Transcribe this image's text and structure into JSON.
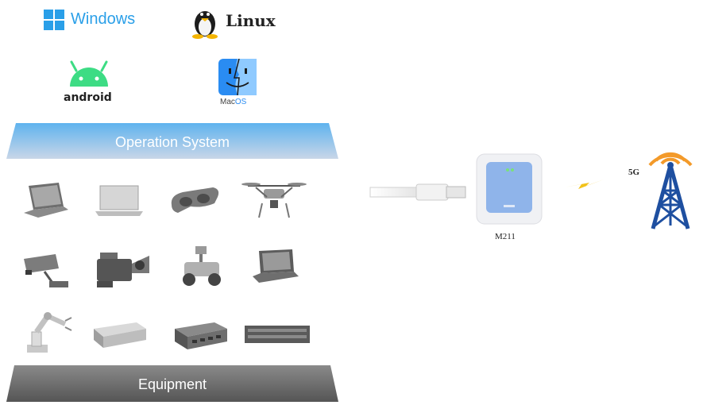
{
  "os": {
    "windows": "Windows",
    "linux": "Linux",
    "android": "android",
    "mac_prefix": "Mac",
    "mac_suffix": "OS"
  },
  "layers": {
    "os_bar": "Operation System",
    "equipment_bar": "Equipment"
  },
  "device": {
    "name": "M211"
  },
  "network": {
    "label": "5G"
  },
  "equipment_icons": [
    "laptop-icon",
    "notebook-icon",
    "vr-headset-icon",
    "drone-icon",
    "cctv-camera-icon",
    "video-camera-icon",
    "robot-car-icon",
    "rugged-laptop-icon",
    "robot-arm-icon",
    "server-box-icon",
    "industrial-router-icon",
    "rack-server-icon"
  ],
  "colors": {
    "os_bar_top": "#5fb3ee",
    "os_bar_bottom": "#c9d6e8",
    "equipment_bar": "#666666",
    "device_blue": "#8fb4ea",
    "tower_blue": "#1e4fa0",
    "signal_orange": "#f39a2a"
  }
}
